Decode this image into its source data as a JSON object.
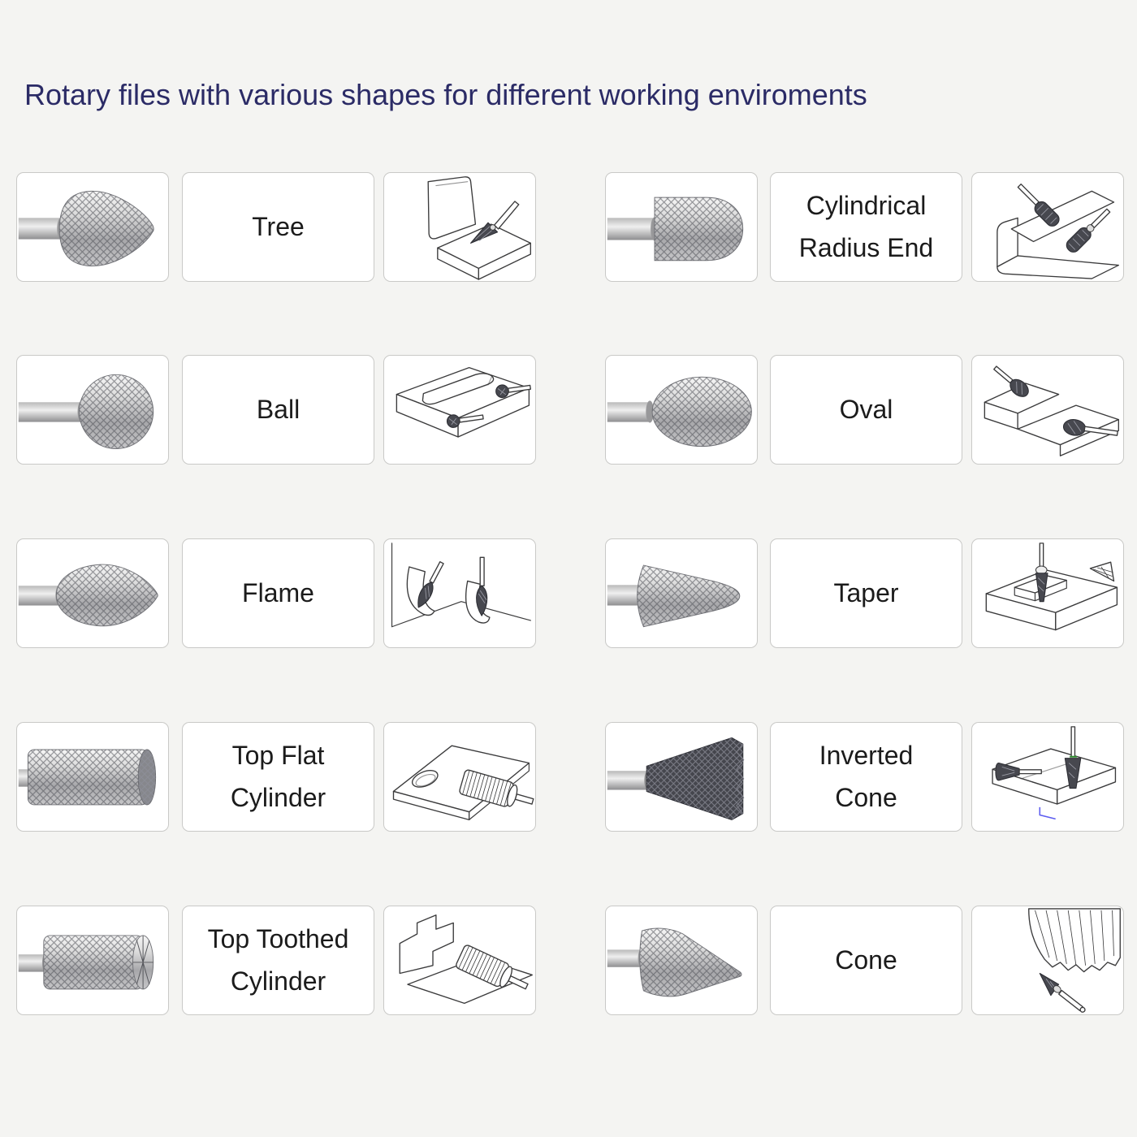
{
  "page": {
    "title": "Rotary files with various shapes for different working enviroments",
    "title_color": "#2b2b66",
    "background_color": "#f4f4f2",
    "card_background": "#ffffff",
    "card_border_color": "#c9c9c7",
    "label_color": "#1b1b1b",
    "accent_blue_mark": "#5c5cf0",
    "grid": {
      "rows": 5,
      "columns": 2,
      "cells_per_item": [
        "photo",
        "label",
        "usage-drawing"
      ]
    }
  },
  "items": [
    {
      "id": "tree",
      "label": "Tree"
    },
    {
      "id": "ball",
      "label": "Ball"
    },
    {
      "id": "flame",
      "label": "Flame"
    },
    {
      "id": "top-flat-cylinder",
      "label": "Top Flat\nCylinder"
    },
    {
      "id": "top-toothed-cylinder",
      "label": "Top Toothed\nCylinder"
    },
    {
      "id": "cylindrical-radius-end",
      "label": "Cylindrical\nRadius End"
    },
    {
      "id": "oval",
      "label": "Oval"
    },
    {
      "id": "taper",
      "label": "Taper"
    },
    {
      "id": "inverted-cone",
      "label": "Inverted\nCone"
    },
    {
      "id": "cone",
      "label": "Cone"
    }
  ]
}
